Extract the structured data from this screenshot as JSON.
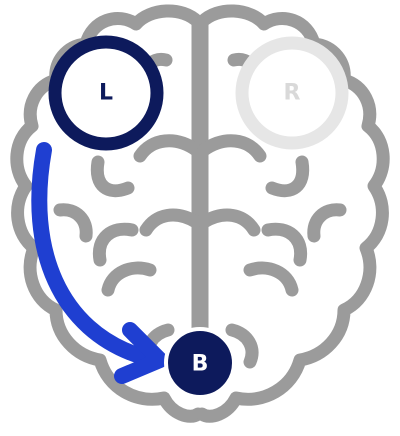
{
  "nodes": {
    "left": {
      "label": "L"
    },
    "right": {
      "label": "R"
    },
    "bottom": {
      "label": "B"
    }
  },
  "colors": {
    "brain_outline": "#9b9b9b",
    "left_ring": "#0d1a5c",
    "right_ring": "#e6e6e6",
    "right_label": "#d9d9d9",
    "bottom_fill": "#0d1a5c",
    "bottom_label": "#ffffff",
    "arrow": "#1f3fd1"
  },
  "icons": {
    "brain": "brain-outline-icon",
    "arrow": "curved-arrow-icon"
  }
}
